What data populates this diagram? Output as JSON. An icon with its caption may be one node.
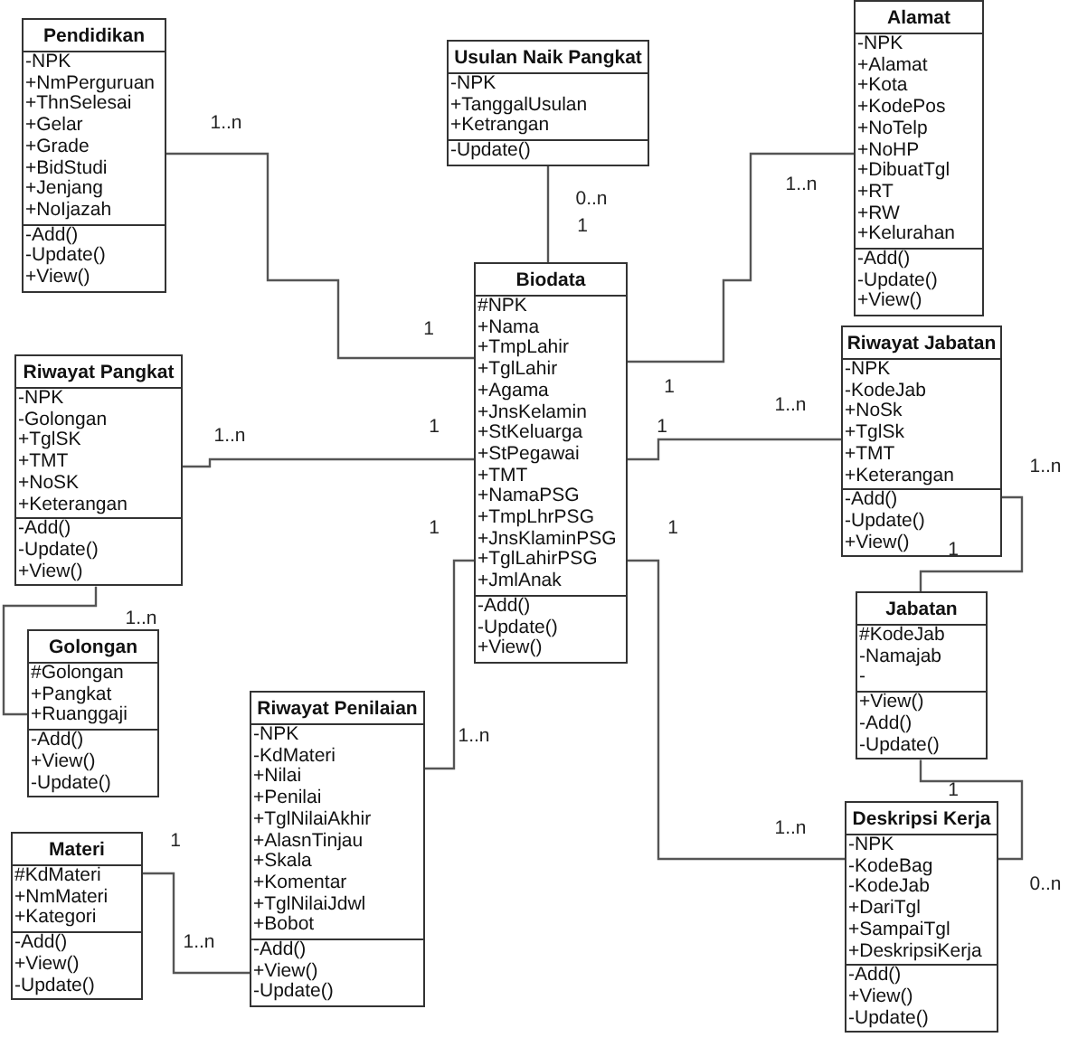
{
  "diagram": {
    "nodes": [
      {
        "text": [
          "Pendidikan"
        ]
      },
      {
        "text": [
          "-NPK",
          "+NmPerguruan",
          "+ThnSelesai",
          "+Gelar",
          "+Grade",
          "+BidStudi",
          "+Jenjang",
          "+NoIjazah"
        ],
        "in": 0
      },
      {
        "text": [
          "-Add()",
          "-Update()",
          "+View()"
        ],
        "in": 0
      },
      {
        "text": [
          "Usulan Naik Pangkat"
        ]
      },
      {
        "text": [
          "-NPK",
          "+TanggalUsulan",
          "+Ketrangan"
        ],
        "in": 3
      },
      {
        "text": [
          "-Update()"
        ],
        "in": 3
      },
      {
        "text": [
          "Alamat"
        ]
      },
      {
        "text": [
          "-NPK",
          "+Alamat",
          "+Kota",
          "+KodePos",
          "+NoTelp",
          "+NoHP",
          "+DibuatTgl",
          "+RT",
          "+RW",
          "+Kelurahan"
        ],
        "in": 6
      },
      {
        "text": [
          "-Add()",
          "-Update()",
          "+View()"
        ],
        "in": 6
      },
      {
        "text": [
          "Biodata"
        ]
      },
      {
        "text": [
          "#NPK",
          "+Nama",
          "+TmpLahir",
          "+TglLahir",
          "+Agama",
          "+JnsKelamin",
          "+StKeluarga",
          "+StPegawai",
          "+TMT",
          "+NamaPSG",
          "+TmpLhrPSG",
          "+JnsKlaminPSG",
          "+TglLahirPSG",
          "+JmlAnak"
        ],
        "in": 9
      },
      {
        "text": [
          "-Add()",
          "-Update()",
          "+View()"
        ],
        "in": 9
      },
      {
        "text": [
          "Riwayat Pangkat"
        ]
      },
      {
        "text": [
          "-NPK",
          "-Golongan",
          "+TglSK",
          "+TMT",
          "+NoSK",
          "+Keterangan"
        ],
        "in": 12
      },
      {
        "text": [
          "-Add()",
          "-Update()",
          "+View()"
        ],
        "in": 12
      },
      {
        "text": [
          "Riwayat Jabatan"
        ]
      },
      {
        "text": [
          "-NPK",
          "-KodeJab",
          "+NoSk",
          "+TglSk",
          "+TMT",
          "+Keterangan"
        ],
        "in": 15
      },
      {
        "text": [
          "-Add()",
          "-Update()",
          "+View()"
        ],
        "in": 15
      },
      {
        "text": [
          "Jabatan"
        ]
      },
      {
        "text": [
          "#KodeJab",
          "-Namajab",
          "-"
        ],
        "in": 18
      },
      {
        "text": [
          "+View()",
          "-Add()",
          "-Update()"
        ],
        "in": 18
      },
      {
        "text": [
          "Golongan"
        ]
      },
      {
        "text": [
          "#Golongan",
          "+Pangkat",
          "+Ruanggaji"
        ],
        "in": 21
      },
      {
        "text": [
          "-Add()",
          "+View()",
          "-Update()"
        ],
        "in": 21
      },
      {
        "text": [
          "Riwayat Penilaian"
        ]
      },
      {
        "text": [
          "-NPK",
          "-KdMateri",
          "+Nilai",
          "+Penilai",
          "+TglNilaiAkhir",
          "+AlasnTinjau",
          "+Skala",
          "+Komentar",
          "+TglNilaiJdwl",
          "+Bobot"
        ],
        "in": 24
      },
      {
        "text": [
          "-Add()",
          "+View()",
          "-Update()"
        ],
        "in": 24
      },
      {
        "text": [
          "Materi"
        ]
      },
      {
        "text": [
          "#KdMateri",
          "+NmMateri",
          "+Kategori"
        ],
        "in": 27
      },
      {
        "text": [
          "-Add()",
          "+View()",
          "-Update()"
        ],
        "in": 27
      },
      {
        "text": [
          "Deskripsi Kerja"
        ]
      },
      {
        "text": [
          "-NPK",
          "-KodeBag",
          "-KodeJab",
          "+DariTgl",
          "+SampaiTgl",
          "+DeskripsiKerja"
        ],
        "in": 30
      },
      {
        "text": [
          "-Add()",
          "+View()",
          "-Update()"
        ],
        "in": 30
      }
    ],
    "edges": [
      {
        "from": 0,
        "to": 9,
        "arrow": "none"
      },
      {
        "from": 3,
        "to": 9,
        "arrow": "none"
      },
      {
        "from": 6,
        "to": 9,
        "arrow": "none"
      },
      {
        "from": 12,
        "to": 9,
        "arrow": "none"
      },
      {
        "from": 15,
        "to": 9,
        "arrow": "none"
      },
      {
        "from": 12,
        "to": 21,
        "arrow": "none"
      },
      {
        "from": 15,
        "to": 18,
        "arrow": "none"
      },
      {
        "from": 18,
        "to": 30,
        "arrow": "none"
      },
      {
        "from": 9,
        "to": 24,
        "arrow": "none"
      },
      {
        "from": 9,
        "to": 30,
        "arrow": "none"
      },
      {
        "from": 27,
        "to": 24,
        "arrow": "none"
      }
    ],
    "labels": [
      "1..n",
      "1..n",
      "0..n",
      "1",
      "1",
      "1",
      "1..n",
      "1",
      "1..n",
      "1",
      "1..n",
      "1",
      "1",
      "1",
      "1..n",
      "1..n",
      "1",
      "1..n",
      "1",
      "0..n",
      "1..n"
    ]
  }
}
